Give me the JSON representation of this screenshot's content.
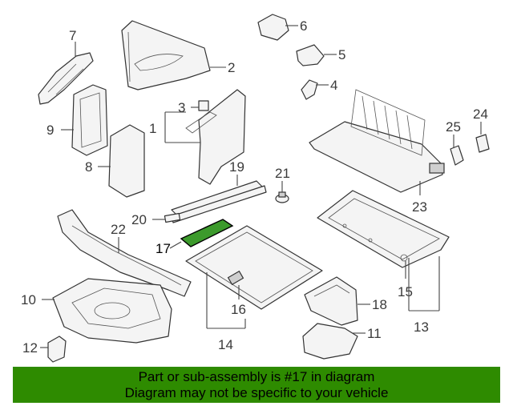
{
  "callouts": {
    "n1": "1",
    "n2": "2",
    "n3": "3",
    "n4": "4",
    "n5": "5",
    "n6": "6",
    "n7": "7",
    "n8": "8",
    "n9": "9",
    "n10": "10",
    "n11": "11",
    "n12": "12",
    "n13": "13",
    "n14": "14",
    "n15": "15",
    "n16": "16",
    "n17": "17",
    "n18": "18",
    "n19": "19",
    "n20": "20",
    "n21": "21",
    "n22": "22",
    "n23": "23",
    "n24": "24",
    "n25": "25"
  },
  "banner": {
    "line1": "Part or sub-assembly is #17 in diagram",
    "line2": "Diagram may not be specific to your vehicle",
    "background": "#2e8b00",
    "text_color": "#000000"
  },
  "highlight_color": "#3c9a2c"
}
